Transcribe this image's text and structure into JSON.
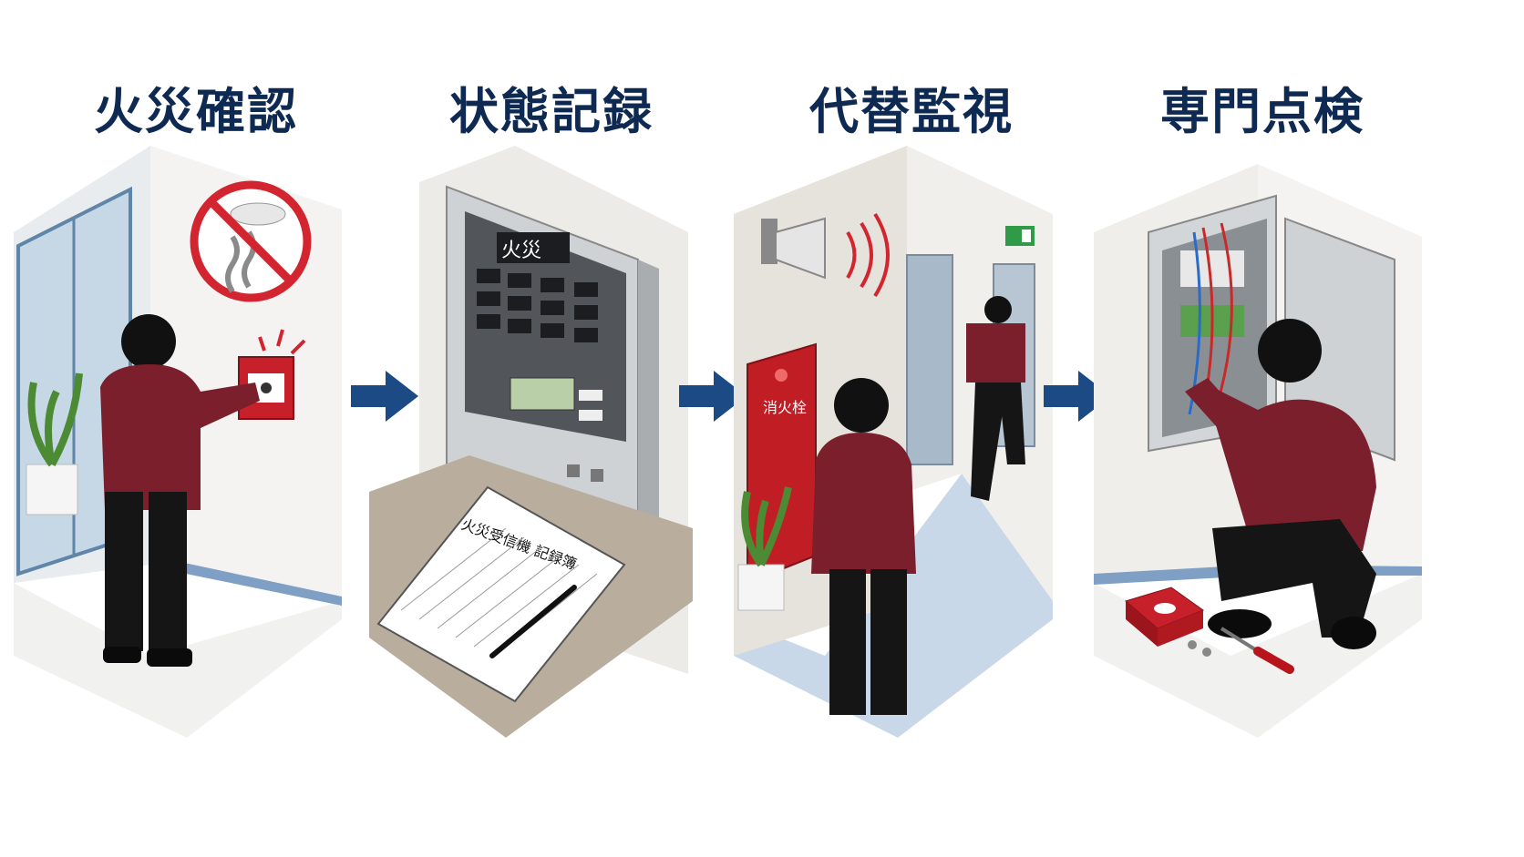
{
  "theme": {
    "title_color": "#0f2a52",
    "arrow_color": "#1b4a85",
    "alarm_red": "#c8202a",
    "shirt_color": "#7a1f2b"
  },
  "steps": [
    {
      "title": "火災確認"
    },
    {
      "title": "状態記録",
      "panel_label": "火災",
      "logbook_title": "火災受信機 記録簿"
    },
    {
      "title": "代替監視",
      "hydrant_label": "消火栓"
    },
    {
      "title": "専門点検"
    }
  ],
  "icons": [
    "no-smoke-detector-icon",
    "arrow-right-icon",
    "speaker-horn-icon",
    "exit-sign-icon"
  ]
}
